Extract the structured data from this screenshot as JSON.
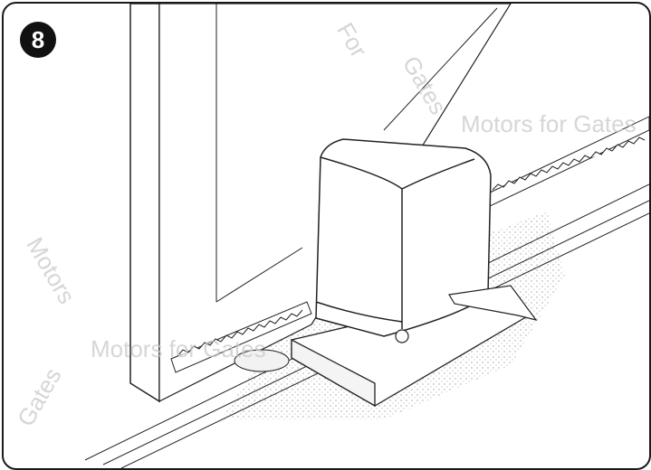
{
  "figure": {
    "step_number": "8"
  },
  "watermark": {
    "text": "Motors for Gates",
    "fragment_for": "For",
    "fragment_gates": "Gates",
    "fragment_motors": "Motors"
  }
}
